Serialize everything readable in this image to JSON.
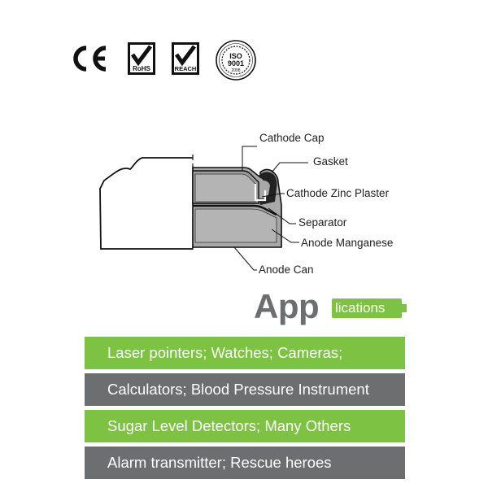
{
  "certifications": {
    "ce": {
      "text": "CE"
    },
    "rohs": {
      "label": "RoHS"
    },
    "reach": {
      "label": "REACH"
    },
    "iso": {
      "main": "ISO",
      "num": "9001",
      "sub": "2008"
    }
  },
  "diagram": {
    "labels": [
      "Cathode Cap",
      "Gasket",
      "Cathode Zinc Plaster",
      "Separator",
      "Anode Manganese",
      "Anode Can"
    ]
  },
  "applications": {
    "heading_big": "App",
    "heading_tag": "lications",
    "items": [
      "Laser pointers; Watches; Cameras;",
      "Calculators; Blood Pressure Instrument",
      "Sugar Level Detectors; Many Others",
      "Alarm transmitter; Rescue heroes"
    ]
  },
  "colors": {
    "green": "#7dc242",
    "gray": "#6d6e70",
    "cell_fill": "#b0b0b0"
  }
}
